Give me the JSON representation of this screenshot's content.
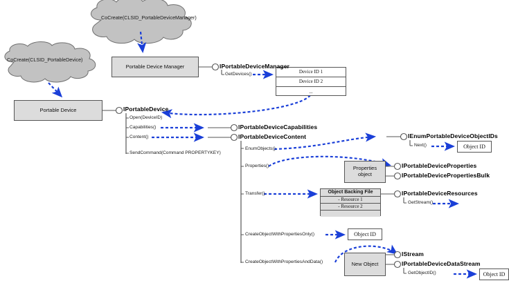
{
  "diagram": {
    "title": "Windows Portable Devices API object model",
    "colors": {
      "arrow": "#1a3fd8",
      "connector": "#555555",
      "box_fill": "#dcdcdc",
      "cloud_fill": "#c2c2c2",
      "outline": "#555555"
    }
  },
  "clouds": [
    {
      "id": "cloud-manager",
      "label": "CoCreate(CLSID_PortableDeviceManager)"
    },
    {
      "id": "cloud-device",
      "label": "CoCreate(CLSID_PortableDevice)"
    }
  ],
  "objects": [
    {
      "id": "portable-device-manager",
      "label": "Portable Device Manager"
    },
    {
      "id": "portable-device",
      "label": "Portable Device"
    },
    {
      "id": "properties-object",
      "label": "Properties object",
      "line1": "Properties",
      "line2": "object"
    },
    {
      "id": "new-object",
      "label": "New Object"
    }
  ],
  "tables": [
    {
      "id": "device-id-table",
      "rows": [
        "Device ID 1",
        "Device ID 2",
        "..."
      ]
    },
    {
      "id": "object-backing-file",
      "header": "Object Backing File",
      "rows": [
        "- Resource 1",
        "- Resource 2",
        ""
      ]
    }
  ],
  "value_boxes": [
    {
      "id": "object-id-enum",
      "label": "Object ID"
    },
    {
      "id": "object-id-create-props-only",
      "label": "Object ID"
    },
    {
      "id": "object-id-getobjectid",
      "label": "Object ID"
    }
  ],
  "interfaces": [
    {
      "id": "iportabledevicemanager",
      "name": "IPortableDeviceManager",
      "methods": [
        "GetDevices()"
      ]
    },
    {
      "id": "iportabledevice",
      "name": "IPortableDevice",
      "methods": [
        "Open(DeviceID)",
        "Capabilities()",
        "Content()",
        "SendCommand(Command PROPERTYKEY)"
      ]
    },
    {
      "id": "iportabledevicecapabilities",
      "name": "IPortableDeviceCapabilities",
      "methods": []
    },
    {
      "id": "iportabledevicecontent",
      "name": "IPortableDeviceContent",
      "methods": [
        "EnumObjects()",
        "Properties()",
        "Transfer()",
        "CreateObjectWithPropertiesOnly()",
        "CreateObjectWithPropertiesAndData()"
      ]
    },
    {
      "id": "ienumportabledeviceobjectids",
      "name": "IEnumPortableDeviceObjectIDs",
      "methods": [
        "Next()"
      ]
    },
    {
      "id": "iportabledeviceproperties",
      "name": "IPortableDeviceProperties",
      "methods": []
    },
    {
      "id": "iportabledevicepropertiesbulk",
      "name": "IPortableDevicePropertiesBulk",
      "methods": []
    },
    {
      "id": "iportabledeviceresources",
      "name": "IPortableDeviceResources",
      "methods": [
        "GetStream()"
      ]
    },
    {
      "id": "istream",
      "name": "IStream",
      "methods": []
    },
    {
      "id": "iportabledevicedatastream",
      "name": "IPortableDeviceDataStream",
      "methods": [
        "GetObjectID()"
      ]
    }
  ],
  "labels": {
    "getdevices": "GetDevices()",
    "open": "Open(DeviceID)",
    "capabilities": "Capabilities()",
    "content": "Content()",
    "sendcommand": "SendCommand(Command PROPERTYKEY)",
    "enumobjects": "EnumObjects()",
    "properties": "Properties()",
    "transfer": "Transfer()",
    "createobjectwithpropertiesonly": "CreateObjectWithPropertiesOnly()",
    "createobjectwithpropertiesanddata": "CreateObjectWithPropertiesAndData()",
    "next": "Next()",
    "getstream": "GetStream()",
    "getobjectid": "GetObjectID()"
  }
}
